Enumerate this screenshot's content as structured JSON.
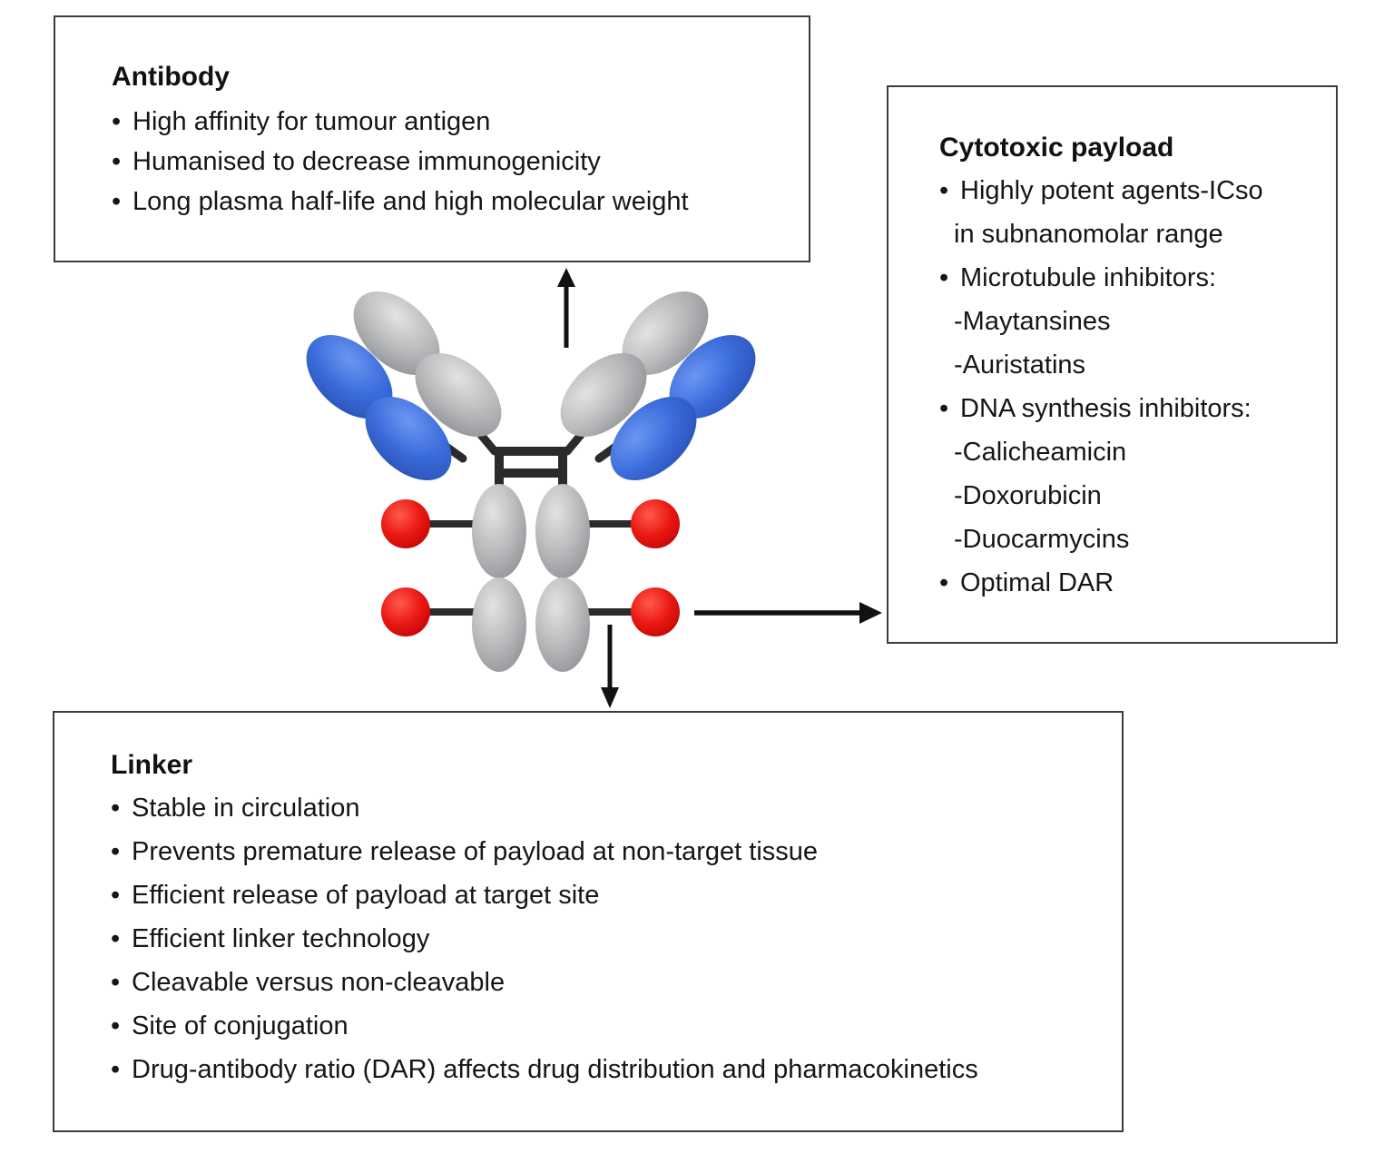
{
  "figure": {
    "antibody_box": {
      "title": "Antibody",
      "items": [
        {
          "marker": "•",
          "text": "High affinity for tumour antigen"
        },
        {
          "marker": "•",
          "text": "Humanised to decrease immunogenicity"
        },
        {
          "marker": "•",
          "text": "Long plasma half-life and high molecular weight"
        }
      ]
    },
    "payload_box": {
      "title": "Cytotoxic payload",
      "items": [
        {
          "marker": "•",
          "text": "Highly potent agents-ICso"
        },
        {
          "marker": "",
          "text": "in subnanomolar range",
          "indent": 1
        },
        {
          "marker": "•",
          "text": "Microtubule inhibitors:"
        },
        {
          "marker": "",
          "text": "-Maytansines",
          "indent": 1
        },
        {
          "marker": "",
          "text": "-Auristatins",
          "indent": 1
        },
        {
          "marker": "•",
          "text": "DNA synthesis inhibitors:"
        },
        {
          "marker": "",
          "text": "-Calicheamicin",
          "indent": 1
        },
        {
          "marker": "",
          "text": "-Doxorubicin",
          "indent": 1
        },
        {
          "marker": "",
          "text": "-Duocarmycins",
          "indent": 1
        },
        {
          "marker": "•",
          "text": "Optimal DAR"
        }
      ]
    },
    "linker_box": {
      "title": "Linker",
      "items": [
        {
          "marker": "•",
          "text": "Stable in circulation"
        },
        {
          "marker": "•",
          "text": "Prevents premature release of payload at non-target tissue"
        },
        {
          "marker": "•",
          "text": "Efficient release of payload at target site"
        },
        {
          "marker": "•",
          "text": "Efficient linker technology"
        },
        {
          "marker": "•",
          "text": "Cleavable versus non-cleavable"
        },
        {
          "marker": "•",
          "text": "Site of conjugation"
        },
        {
          "marker": "•",
          "text": "Drug-antibody ratio (DAR) affects drug distribution and pharmacokinetics"
        }
      ]
    },
    "illustration": {
      "heavy_chain_color": "#b9babc",
      "light_chain_color": "#3b6cdb",
      "payload_color": "#ea1812",
      "line_color": "#2b2b2b",
      "arrow_color": "#111111",
      "box_border_color": "#3c3c3c"
    }
  }
}
